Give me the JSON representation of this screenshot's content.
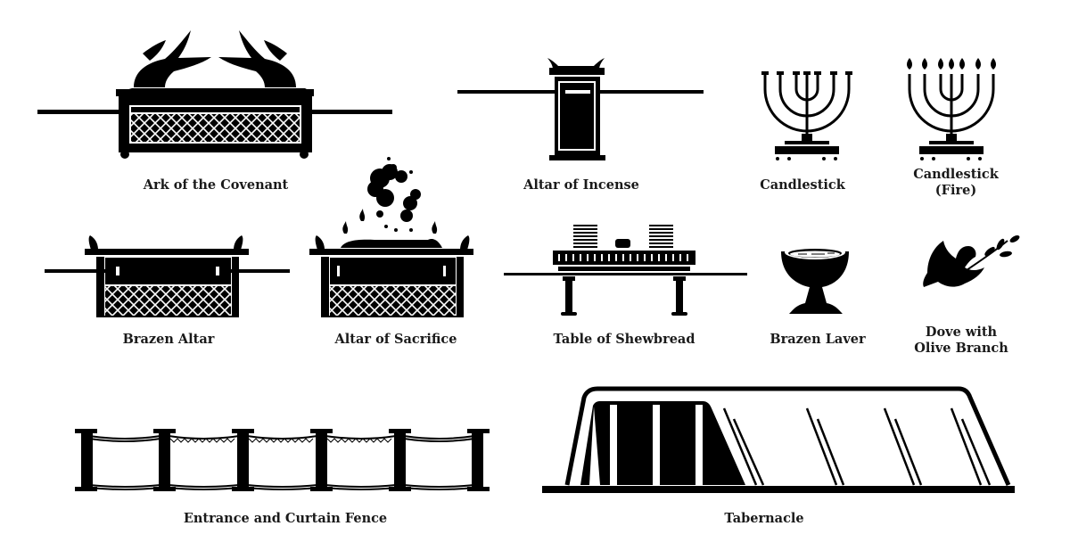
{
  "colors": {
    "ink": "#000000",
    "background": "#ffffff",
    "text": "#1a1a1a"
  },
  "items": [
    {
      "id": "ark",
      "label": "Ark of the Covenant",
      "icon": "ark-of-covenant-icon"
    },
    {
      "id": "incense",
      "label": "Altar of Incense",
      "icon": "altar-of-incense-icon"
    },
    {
      "id": "candlestick",
      "label": "Candlestick",
      "icon": "menorah-icon"
    },
    {
      "id": "candlestick-fire",
      "label": "Candlestick",
      "label_line2": "(Fire)",
      "icon": "menorah-fire-icon"
    },
    {
      "id": "brazen-altar",
      "label": "Brazen Altar",
      "icon": "brazen-altar-icon"
    },
    {
      "id": "sacrifice",
      "label": "Altar of Sacrifice",
      "icon": "altar-of-sacrifice-icon"
    },
    {
      "id": "shewbread",
      "label": "Table of Shewbread",
      "icon": "table-of-shewbread-icon"
    },
    {
      "id": "laver",
      "label": "Brazen Laver",
      "icon": "brazen-laver-icon"
    },
    {
      "id": "dove",
      "label": "Dove with",
      "label_line2": "Olive Branch",
      "icon": "dove-olive-branch-icon"
    },
    {
      "id": "fence",
      "label": "Entrance and Curtain Fence",
      "icon": "curtain-fence-icon"
    },
    {
      "id": "tabernacle",
      "label": "Tabernacle",
      "icon": "tabernacle-icon"
    }
  ]
}
